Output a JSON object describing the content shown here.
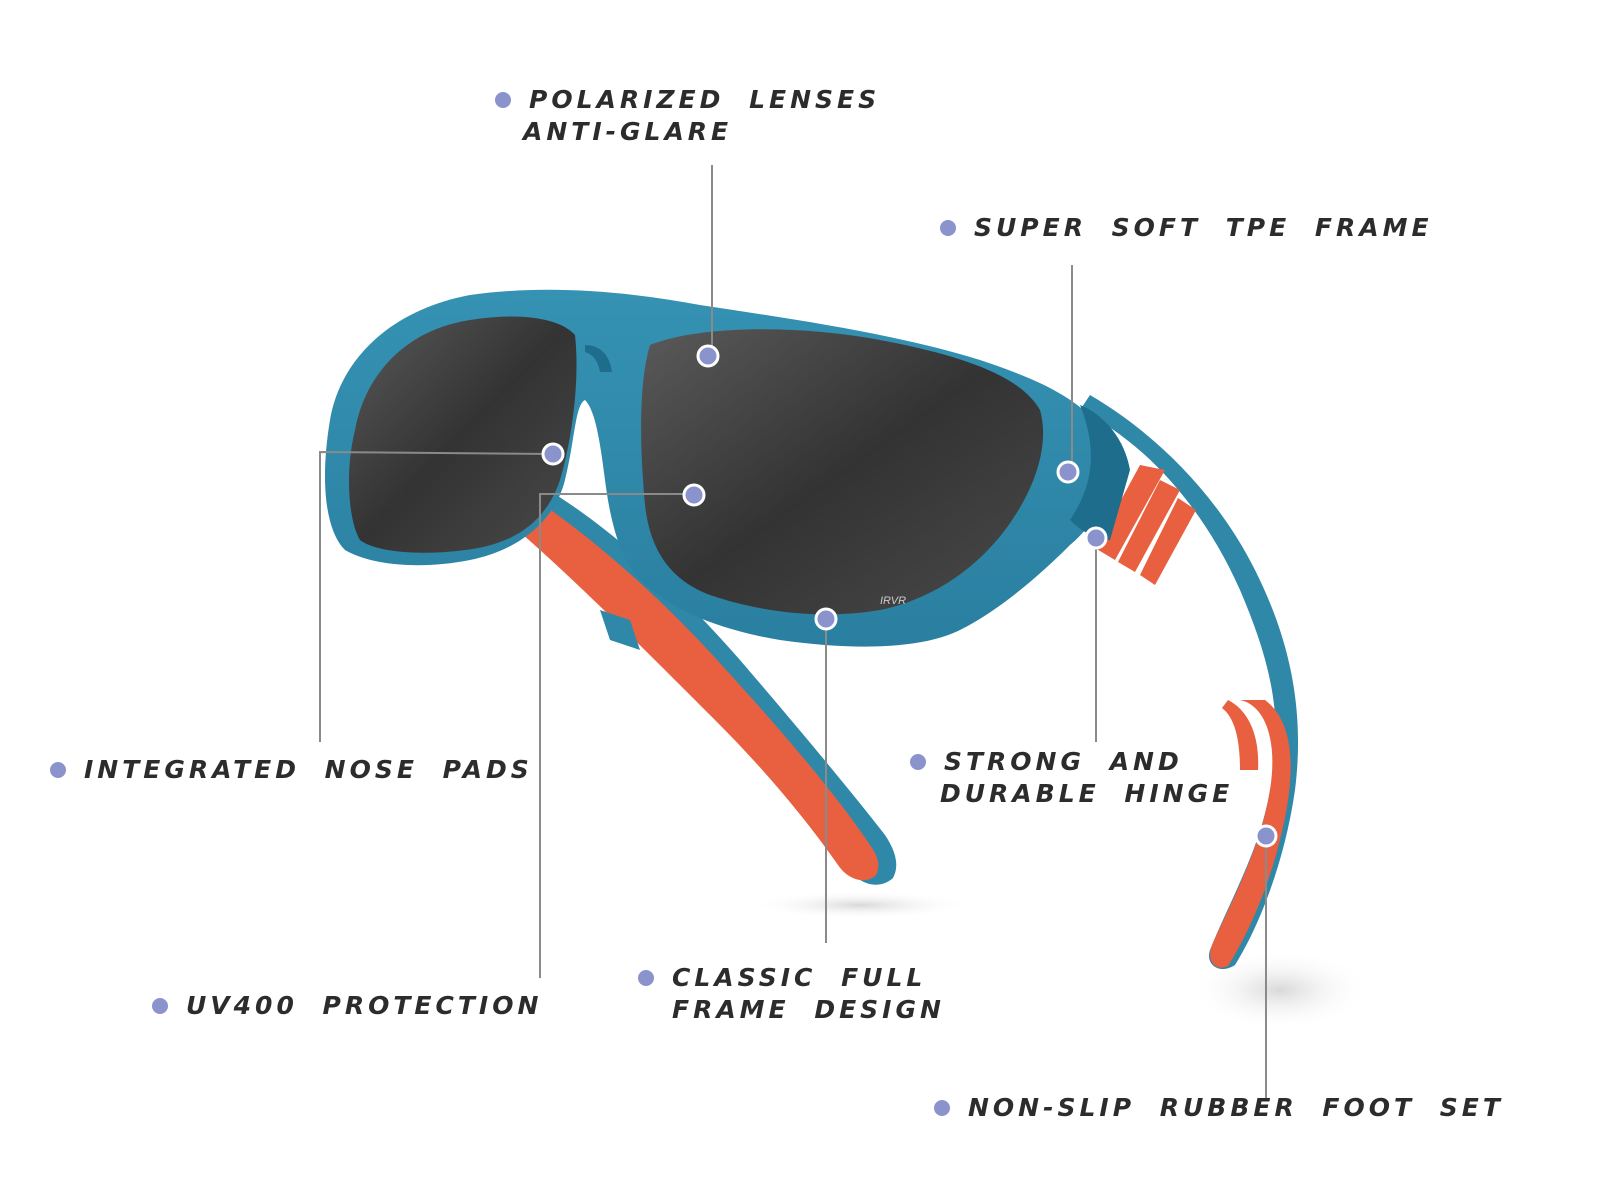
{
  "colors": {
    "frame": "#2f88a8",
    "frame_dark": "#1f6d8c",
    "accent": "#e8603f",
    "lens": "#3a3a3a",
    "bullet": "#8b93cc",
    "leader": "#8a8a8a",
    "text": "#2c2c2c"
  },
  "logo": {
    "brand": "IRVR"
  },
  "callouts": [
    {
      "id": "polarized",
      "lines": [
        "POLARIZED LENSES",
        "ANTI-GLARE"
      ]
    },
    {
      "id": "tpe-frame",
      "lines": [
        "SUPER SOFT TPE FRAME"
      ]
    },
    {
      "id": "nose-pads",
      "lines": [
        "INTEGRATED NOSE PADS"
      ]
    },
    {
      "id": "hinge",
      "lines": [
        "STRONG AND",
        "DURABLE HINGE"
      ]
    },
    {
      "id": "uv400",
      "lines": [
        "UV400 PROTECTION"
      ]
    },
    {
      "id": "full-frame",
      "lines": [
        "CLASSIC FULL",
        "FRAME DESIGN"
      ]
    },
    {
      "id": "rubber-foot",
      "lines": [
        "NON-SLIP RUBBER FOOT SET"
      ]
    }
  ]
}
